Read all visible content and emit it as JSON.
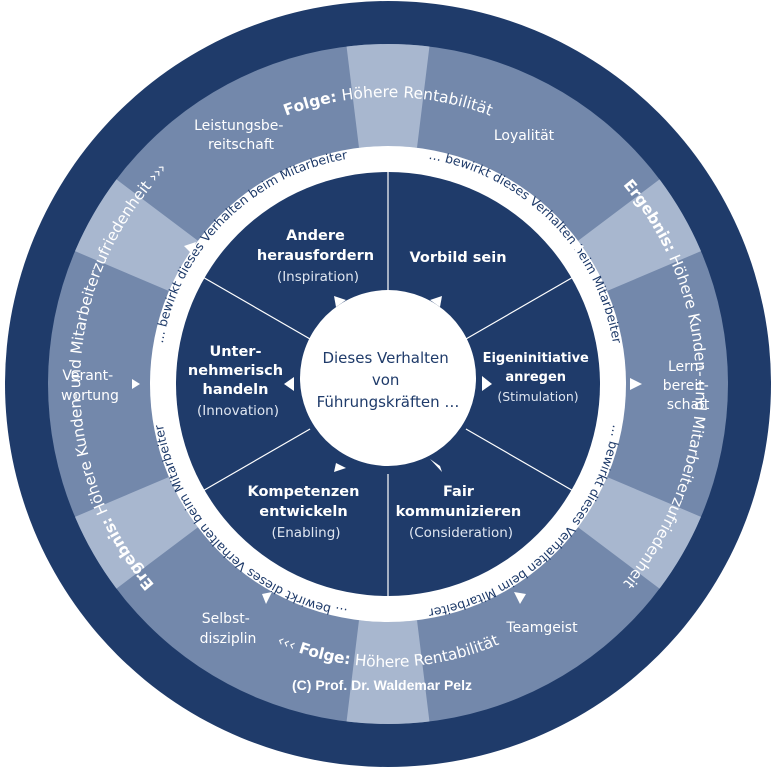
{
  "colors": {
    "dark_navy": "#1f3b6a",
    "outer_segment": "#7388ab",
    "light_wedge": "#a8b7cf",
    "white": "#ffffff"
  },
  "outer_ring": {
    "top": {
      "prefix": "Folge:",
      "text": "Höhere Rentabilität"
    },
    "bottom": {
      "prefix": "Folge:",
      "text": "Höhere Rentabilität",
      "marker": "‹‹‹"
    },
    "left": {
      "prefix": "Ergebnis:",
      "text": "Höhere Kunden- und Mitarbeiterzufriedenheit",
      "marker": "›››"
    },
    "right": {
      "prefix": "Ergebnis:",
      "text": "Höhere Kunden- und Mitarbeiterzufriedenheit"
    }
  },
  "outcomes": [
    {
      "lines": [
        "Leistungsbe-",
        "reitschaft"
      ]
    },
    {
      "lines": [
        "Loyalität"
      ]
    },
    {
      "lines": [
        "Lern-",
        "bereit-",
        "schaft"
      ]
    },
    {
      "lines": [
        "Teamgeist"
      ]
    },
    {
      "lines": [
        "Selbst-",
        "disziplin"
      ]
    },
    {
      "lines": [
        "Verant-",
        "wortung"
      ]
    }
  ],
  "white_ring_text": "… bewirkt dieses Verhalten beim Mitarbeiter",
  "behaviors": [
    {
      "lines": [
        "Andere",
        "herausfordern"
      ],
      "sub": "(Inspiration)"
    },
    {
      "lines": [
        "Vorbild sein"
      ],
      "sub": ""
    },
    {
      "lines": [
        "Eigeninitiative",
        "anregen"
      ],
      "sub": "(Stimulation)"
    },
    {
      "lines": [
        "Fair",
        "kommunizieren"
      ],
      "sub": "(Consideration)"
    },
    {
      "lines": [
        "Kompetenzen",
        "entwickeln"
      ],
      "sub": "(Enabling)"
    },
    {
      "lines": [
        "Unter-",
        "nehmerisch",
        "handeln"
      ],
      "sub": "(Innovation)"
    }
  ],
  "center": {
    "lines": [
      "Dieses Verhalten",
      "von",
      "Führungskräften …"
    ]
  },
  "copyright": "(C) Prof. Dr. Waldemar Pelz"
}
